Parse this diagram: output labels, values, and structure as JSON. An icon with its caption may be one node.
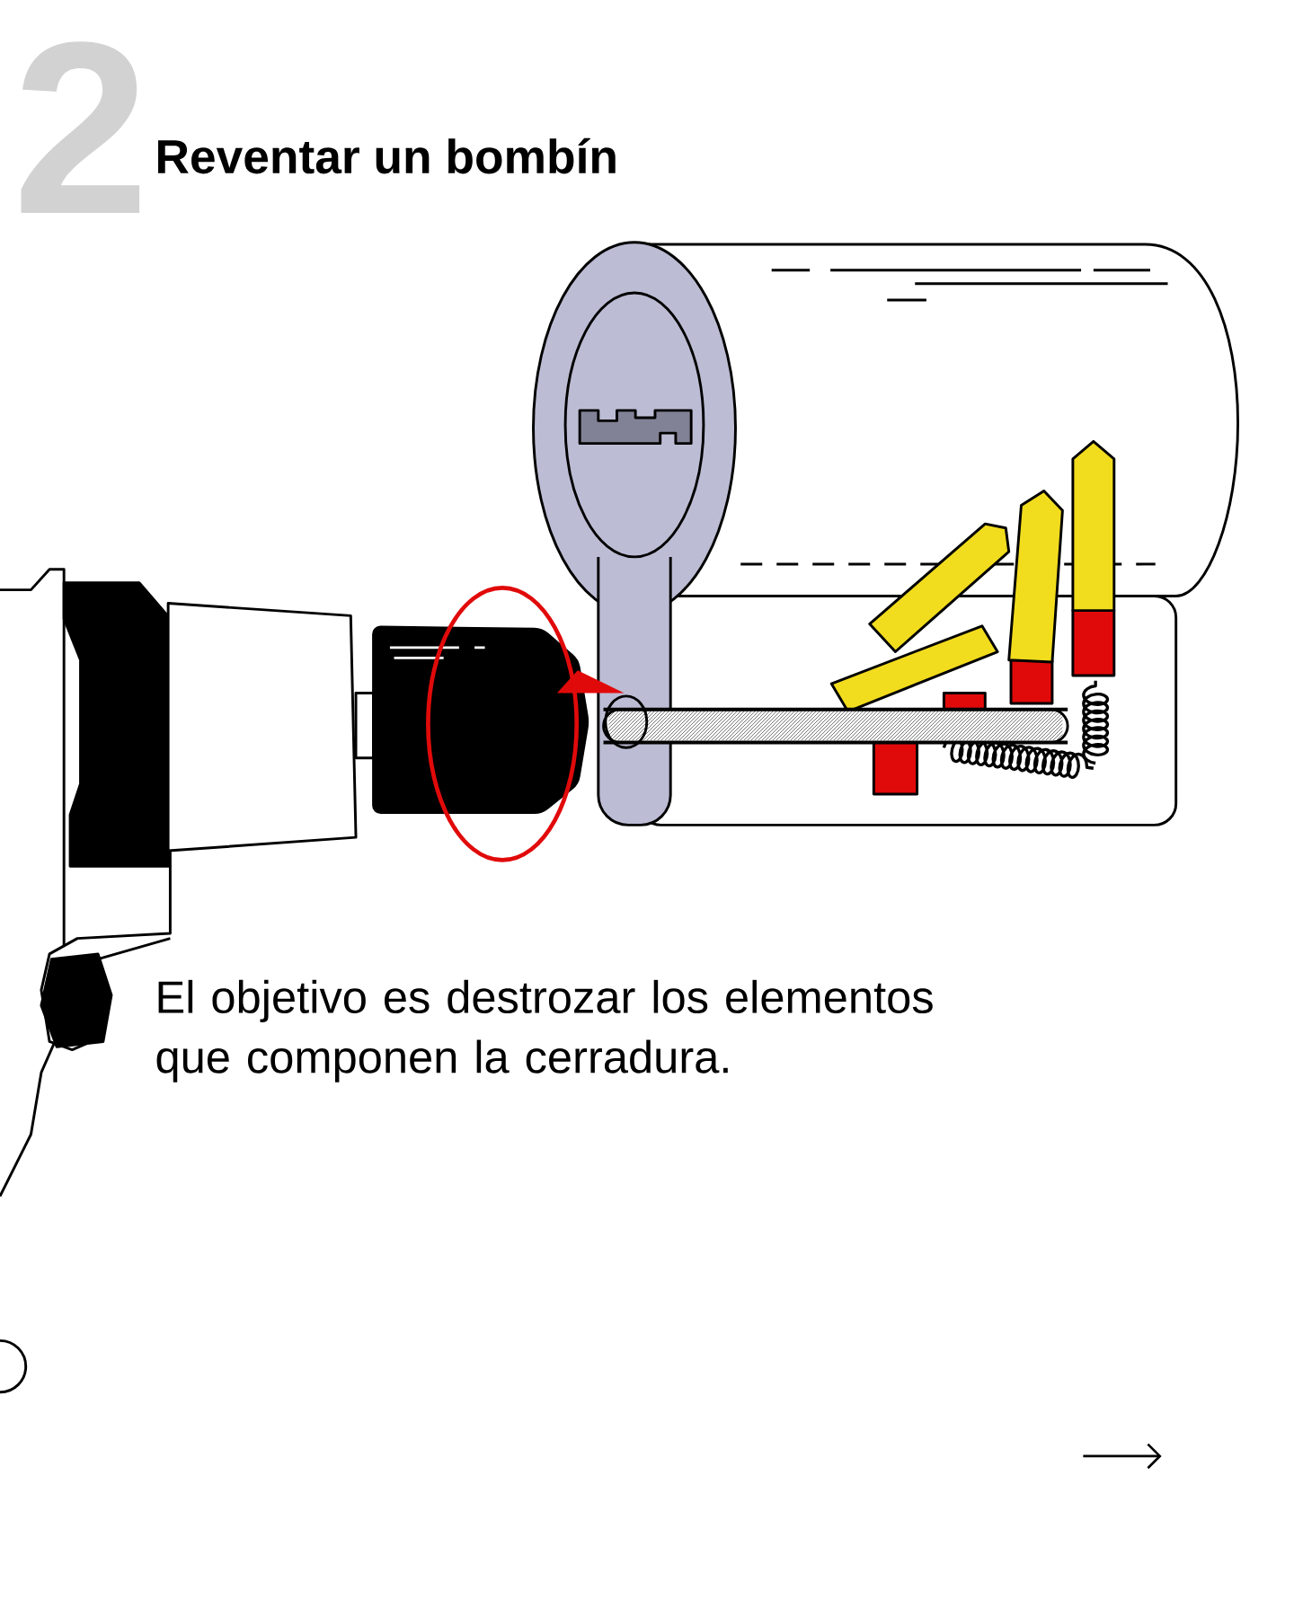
{
  "diagram": {
    "title": "Reventar un bombín",
    "caption": "El objetivo es destrozar los elementos que componen la cerradura.",
    "labels": [
      "2"
    ]
  }
}
